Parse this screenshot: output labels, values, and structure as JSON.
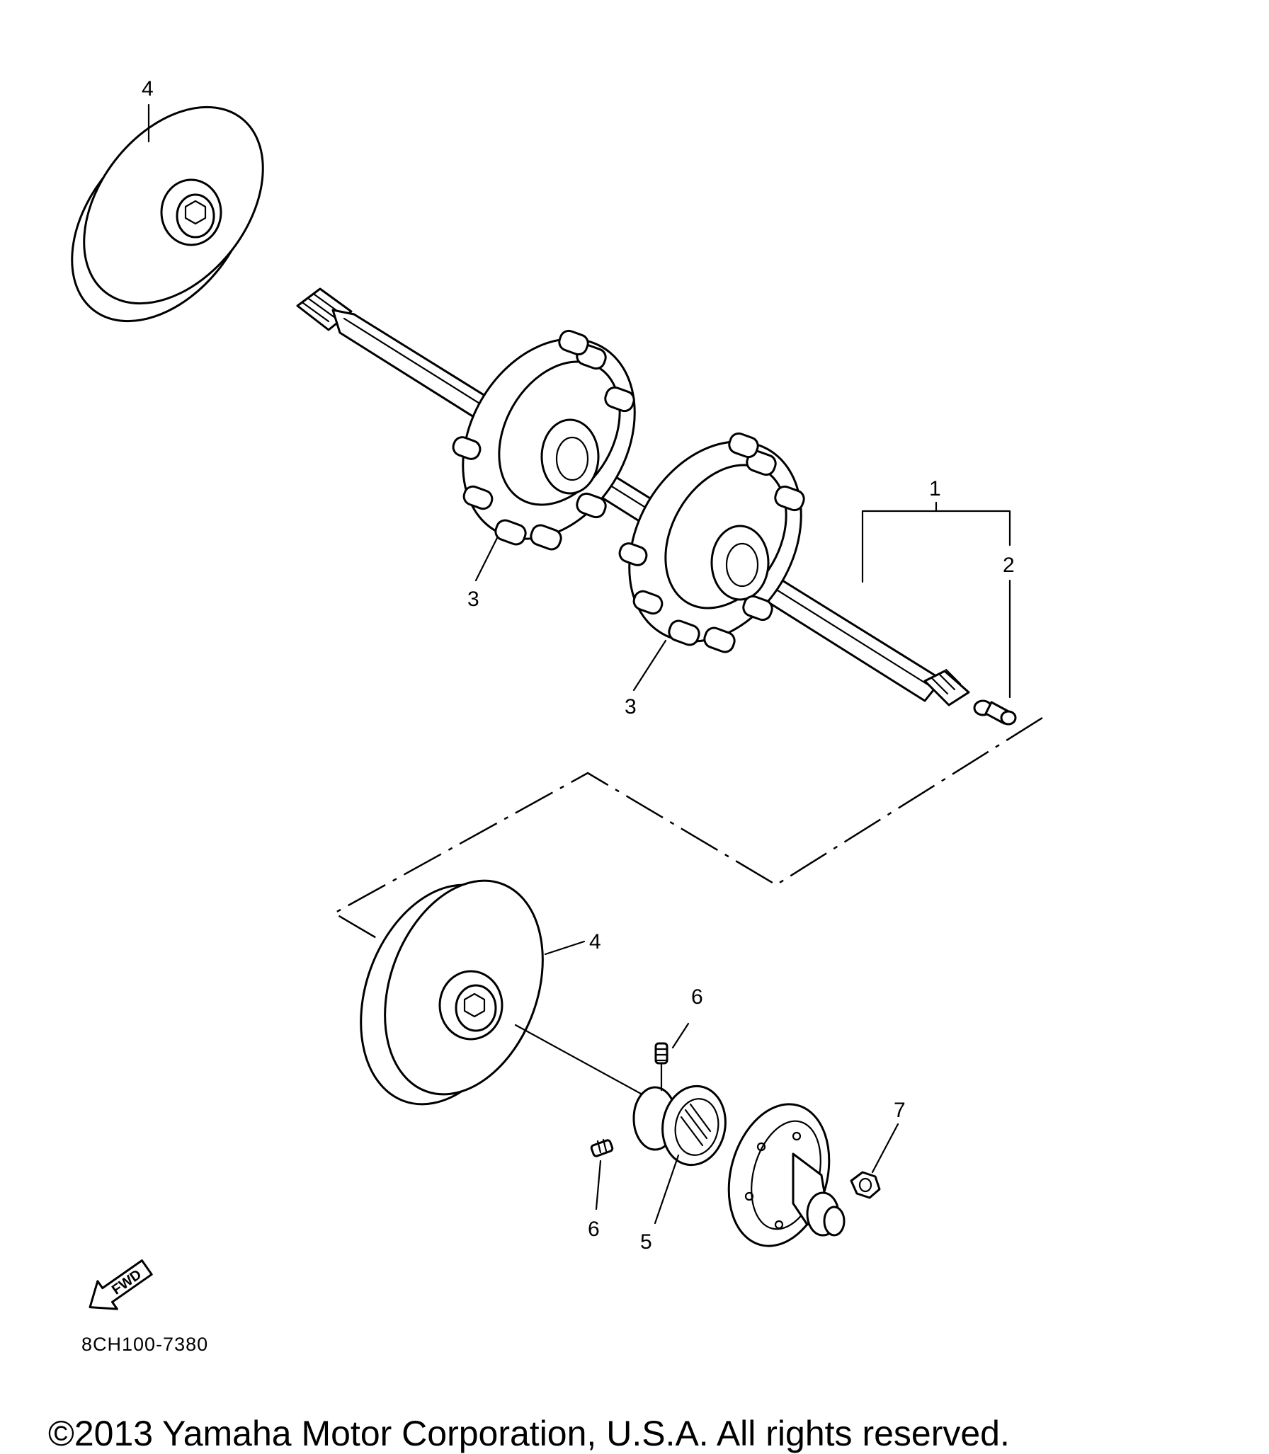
{
  "callouts": {
    "c1": "1",
    "c2": "2",
    "c3a": "3",
    "c3b": "3",
    "c4a": "4",
    "c4b": "4",
    "c5": "5",
    "c6a": "6",
    "c6b": "6",
    "c7": "7"
  },
  "fwd_label": "FWD",
  "drawing_code": "8CH100-7380",
  "copyright": "©2013 Yamaha Motor Corporation, U.S.A. All rights reserved."
}
